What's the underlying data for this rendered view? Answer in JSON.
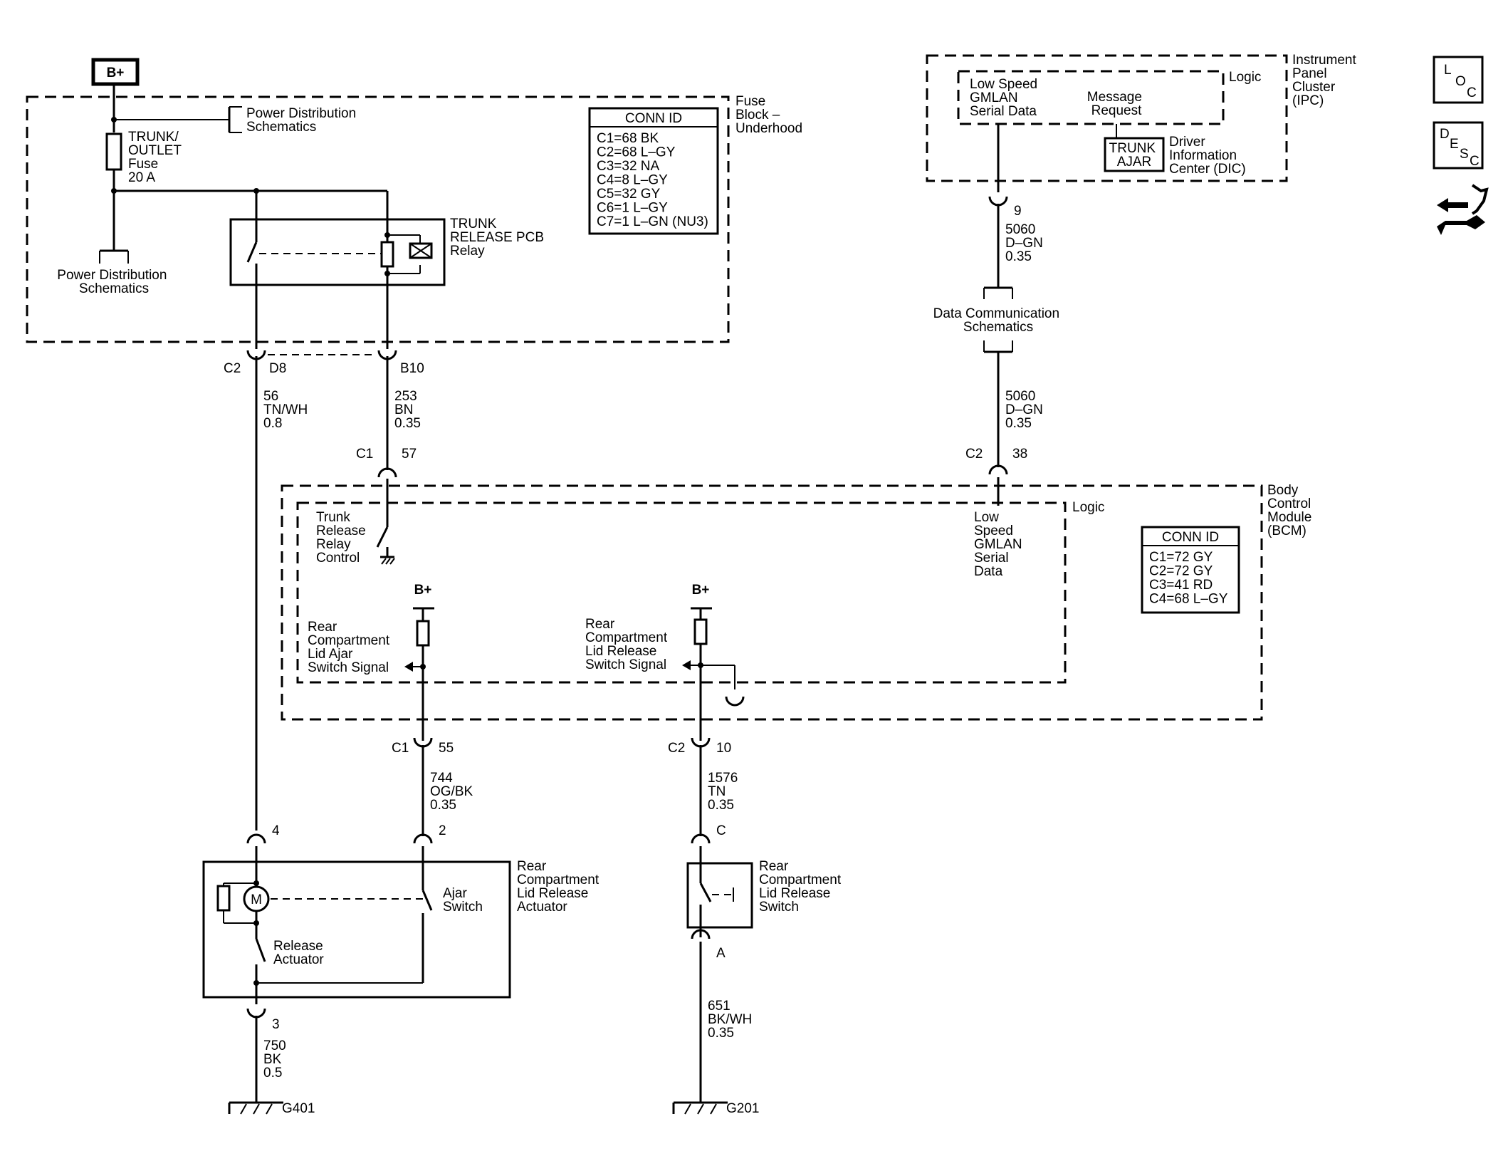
{
  "bplus": "B+",
  "fuse_block": {
    "title": [
      "Fuse",
      "Block –",
      "Underhood"
    ],
    "power_dist_top": [
      "Power Distribution",
      "Schematics"
    ],
    "power_dist_bottom": [
      "Power Distribution",
      "Schematics"
    ],
    "fuse": [
      "TRUNK/",
      "OUTLET",
      "Fuse",
      "20 A"
    ],
    "relay": [
      "TRUNK",
      "RELEASE PCB",
      "Relay"
    ],
    "conn_title": "CONN ID",
    "conn_rows": [
      "C1=68 BK",
      "C2=68 L–GY",
      "C3=32 NA",
      "C4=8 L–GY",
      "C5=32 GY",
      "C6=1 L–GY",
      "C7=1 L–GN (NU3)"
    ]
  },
  "ipc": {
    "title": [
      "Instrument",
      "Panel",
      "Cluster",
      "(IPC)"
    ],
    "logic": "Logic",
    "gmlan": [
      "Low Speed",
      "GMLAN",
      "Serial Data"
    ],
    "message": [
      "Message",
      "Request"
    ],
    "trunk_ajar": [
      "TRUNK",
      "AJAR"
    ],
    "dic": [
      "Driver",
      "Information",
      "Center (DIC)"
    ]
  },
  "side_icons": {
    "loc": [
      "L",
      "O",
      "C"
    ],
    "desc": [
      "D",
      "E",
      "S",
      "C"
    ]
  },
  "wires": {
    "ipc_pin": "9",
    "w5060a": [
      "5060",
      "D–GN",
      "0.35"
    ],
    "data_comm": [
      "Data Communication",
      "Schematics"
    ],
    "w5060b": [
      "5060",
      "D–GN",
      "0.35"
    ],
    "bcm_c2_conn": "C2",
    "bcm_c2_pin": "38",
    "fb_c2": "C2",
    "fb_d8": "D8",
    "fb_b10": "B10",
    "w56": [
      "56",
      "TN/WH",
      "0.8"
    ],
    "w253": [
      "253",
      "BN",
      "0.35"
    ],
    "bcm_c1_conn": "C1",
    "bcm_c1_pin": "57",
    "c1_55_conn": "C1",
    "c1_55_pin": "55",
    "w744": [
      "744",
      "OG/BK",
      "0.35"
    ],
    "c2_10_conn": "C2",
    "c2_10_pin": "10",
    "w1576": [
      "1576",
      "TN",
      "0.35"
    ],
    "act_pin4": "4",
    "act_pin2": "2",
    "act_pin3": "3",
    "w750": [
      "750",
      "BK",
      "0.5"
    ],
    "g401": "G401",
    "sw_pin_c": "C",
    "sw_pin_a": "A",
    "w651": [
      "651",
      "BK/WH",
      "0.35"
    ],
    "g201": "G201"
  },
  "bcm": {
    "title": [
      "Body",
      "Control",
      "Module",
      "(BCM)"
    ],
    "logic": "Logic",
    "trunk_relay": [
      "Trunk",
      "Release",
      "Relay",
      "Control"
    ],
    "gmlan": [
      "Low",
      "Speed",
      "GMLAN",
      "Serial",
      "Data"
    ],
    "bplus1": "B+",
    "bplus2": "B+",
    "ajar_signal": [
      "Rear",
      "Compartment",
      "Lid Ajar",
      "Switch Signal"
    ],
    "release_signal": [
      "Rear",
      "Compartment",
      "Lid Release",
      "Switch Signal"
    ],
    "conn_title": "CONN ID",
    "conn_rows": [
      "C1=72 GY",
      "C2=72 GY",
      "C3=41 RD",
      "C4=68 L–GY"
    ]
  },
  "actuator": {
    "title": [
      "Rear",
      "Compartment",
      "Lid Release",
      "Actuator"
    ],
    "motor": "M",
    "ajar_switch": [
      "Ajar",
      "Switch"
    ],
    "release": [
      "Release",
      "Actuator"
    ]
  },
  "release_switch": {
    "title": [
      "Rear",
      "Compartment",
      "Lid Release",
      "Switch"
    ]
  }
}
